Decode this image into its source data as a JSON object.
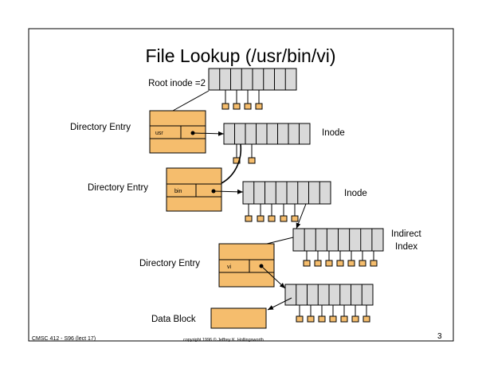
{
  "title": "File Lookup (/usr/bin/vi)",
  "labels": {
    "root_inode": "Root inode =2",
    "directory_entry_1": "Directory Entry",
    "directory_entry_2": "Directory Entry",
    "directory_entry_3": "Directory Entry",
    "inode_1": "Inode",
    "inode_2": "Inode",
    "indirect_line1": "Indirect",
    "indirect_line2": "Index",
    "data_block": "Data Block"
  },
  "entries": {
    "usr": "usr",
    "bin": "bin",
    "vi": "vi"
  },
  "footer": {
    "course": "CMSC 412 - S96  (lect 17)",
    "copyright": "copyright  1996 © Jeffrey K. Hollingsworth",
    "page": "3"
  },
  "colors": {
    "inode_fill": "#d9d9d9",
    "entry_fill": "#f5bd6d",
    "frame": "#000000"
  }
}
